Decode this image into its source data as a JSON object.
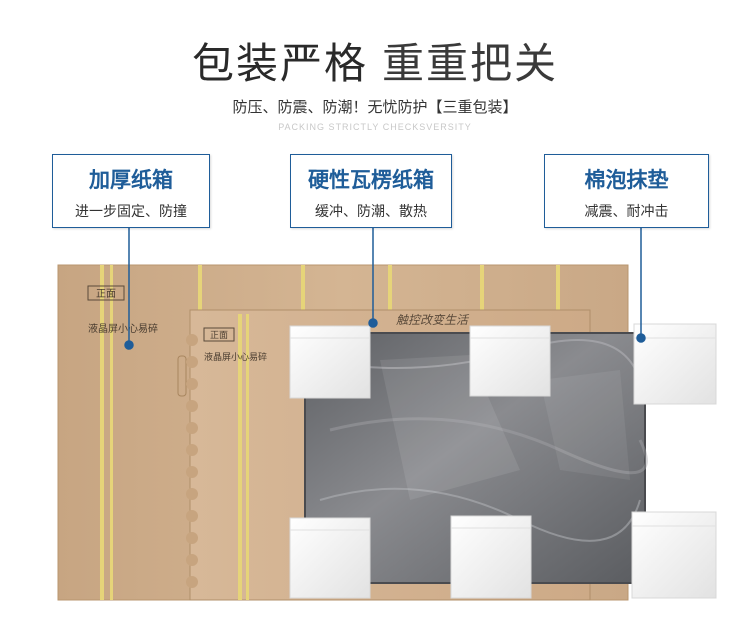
{
  "header": {
    "title_main": "包装严格",
    "title_accent": "重重把关",
    "subtitle": "防压、防震、防潮！无忧防护【三重包装】",
    "subtitle_en": "PACKING STRICTLY CHECKSVERSITY"
  },
  "labels": [
    {
      "title": "加厚纸箱",
      "desc": "进一步固定、防撞"
    },
    {
      "title": "硬性瓦楞纸箱",
      "desc": "缓冲、防潮、散热"
    },
    {
      "title": "棉泡抹垫",
      "desc": "减震、耐冲击"
    }
  ],
  "boxes": {
    "outer_print_1": "正面",
    "outer_print_2": "液晶屏小心易碎",
    "inner_print_1": "正面",
    "inner_print_2": "液晶屏小心易碎",
    "inner_slogan": "触控改变生活"
  },
  "colors": {
    "accent": "#1f5d99",
    "cardboard": "#cfae8c",
    "strap": "#e3d27a",
    "screen": "#6e6f73",
    "foam": "#f3f3f3"
  }
}
